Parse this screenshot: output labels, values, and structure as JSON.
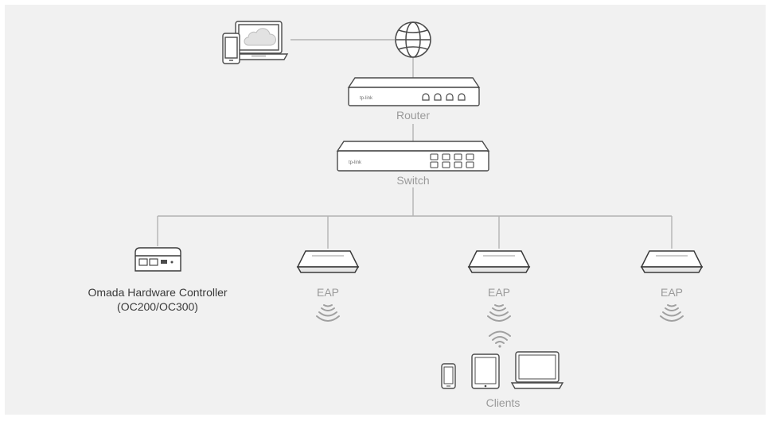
{
  "labels": {
    "router": "Router",
    "switch": "Switch",
    "controller_line1": "Omada Hardware Controller",
    "controller_line2": "(OC200/OC300)",
    "eap1": "EAP",
    "eap2": "EAP",
    "eap3": "EAP",
    "clients": "Clients"
  },
  "brand_text": {
    "router_logo": "tp-link",
    "switch_logo": "tp-link"
  },
  "colors": {
    "background": "#f1f1f1",
    "line": "#b3b3b3",
    "device_stroke": "#4a4a4a",
    "device_fill": "#ffffff",
    "label": "#9a9a9a",
    "label_dark": "#3a3a3a"
  },
  "icons": [
    "laptop-icon",
    "phone-icon",
    "cloud-icon",
    "globe-icon",
    "router-icon",
    "switch-icon",
    "controller-icon",
    "access-point-icon",
    "wifi-icon",
    "tablet-icon"
  ]
}
